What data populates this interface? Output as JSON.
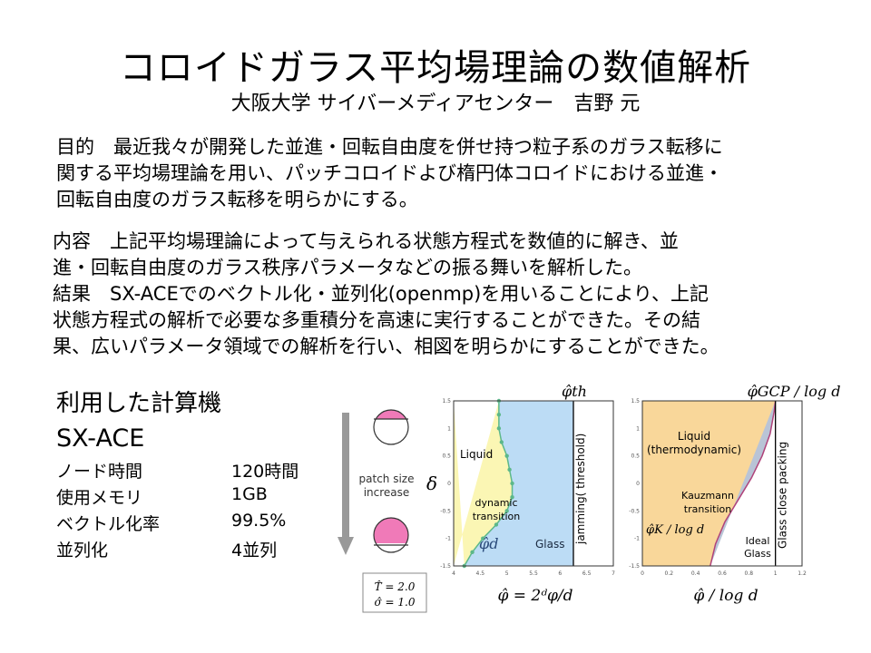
{
  "title": "コロイドガラス平均場理論の数値解析",
  "subtitle": "大阪大学 サイバーメディアセンター　吉野 元",
  "purpose": [
    "目的　最近我々が開発した並進・回転自由度を併せ持つ粒子系のガラス転移に",
    "関する平均場理論を用い、パッチコロイドよび楕円体コロイドにおける並進・",
    "回転自由度のガラス転移を明らかにする。"
  ],
  "content": [
    "内容　上記平均場理論によって与えられる状態方程式を数値的に解き、並",
    "進・回転自由度のガラス秩序パラメータなどの振る舞いを解析した。",
    "結果　SX-ACEでのベクトル化・並列化(openmp)を用いることにより、上記",
    "状態方程式の解析で必要な多重積分を高速に実行することができた。その結",
    "果、広いパラメータ領域での解析を行い、相図を明らかにすることができた。"
  ],
  "computer": {
    "heading": "利用した計算機",
    "name": "SX-ACE",
    "rows": [
      {
        "label": "ノード時間",
        "value": "120時間"
      },
      {
        "label": "使用メモリ",
        "value": "1GB"
      },
      {
        "label": "ベクトル化率",
        "value": "99.5%"
      },
      {
        "label": "並列化",
        "value": "4並列"
      }
    ]
  },
  "figure": {
    "arrow_label": [
      "patch size",
      "increase"
    ],
    "params": [
      "T̂ = 2.0",
      "σ̂ = 1.0"
    ],
    "colors": {
      "liquid1": "#fbf6b4",
      "glass1": "#bcdcf5",
      "line1": "#5cb88a",
      "liquid2": "#f9d79a",
      "glass2": "#b9c4d6",
      "line2": "#b0437a",
      "patch": "#f07ab8"
    },
    "chart_data": [
      {
        "type": "area",
        "title": "φ̂th",
        "xlabel": "φ̂ = 2ᵈφ/d",
        "ylabel": "δ",
        "xlim": [
          4,
          7
        ],
        "ylim": [
          -1.5,
          1.5
        ],
        "xticks": [
          "4",
          "4.5",
          "5",
          "5.5",
          "6",
          "6.5",
          "7"
        ],
        "yticks": [
          "1.5",
          "1",
          "0.5",
          "0",
          "-0.5",
          "-1",
          "-1.5"
        ],
        "boundary_label": "φ̂d",
        "jamming_x": 6.25,
        "jamming_label": "jamming( threshold)",
        "labels": {
          "liquid": "Liquid",
          "transition": [
            "dynamic",
            "transition"
          ],
          "glass": "Glass"
        },
        "boundary": {
          "x": [
            4.85,
            4.85,
            4.85,
            4.9,
            5.0,
            5.05,
            5.1,
            5.1,
            5.0,
            4.8,
            4.55,
            4.35,
            4.2
          ],
          "y": [
            1.5,
            1.25,
            1.0,
            0.75,
            0.5,
            0.25,
            0,
            -0.25,
            -0.5,
            -0.75,
            -1.0,
            -1.25,
            -1.5
          ]
        }
      },
      {
        "type": "area",
        "title": "φ̂GCP / log d",
        "xlabel": "φ̂ / log d",
        "xlim": [
          0,
          1.2
        ],
        "ylim": [
          -1.5,
          1.5
        ],
        "xticks": [
          "0",
          "0.2",
          "0.4",
          "0.6",
          "0.8",
          "1",
          "1.2"
        ],
        "yticks": [
          "1.5",
          "1",
          "0.5",
          "0",
          "-0.5",
          "-1",
          "-1.5"
        ],
        "boundary_label": "φ̂K / log d",
        "gcp_x": 1.0,
        "gcp_label": "Glass close packing",
        "labels": {
          "liquid": [
            "Liquid",
            "(thermodynamic)"
          ],
          "transition": [
            "Kauzmann",
            "transition"
          ],
          "glass": [
            "Ideal",
            "Glass"
          ]
        },
        "boundary": {
          "x": [
            0.51,
            0.55,
            0.62,
            0.72,
            0.82,
            0.9,
            0.96,
            0.99,
            1.0
          ],
          "y": [
            -1.5,
            -1.1,
            -0.7,
            -0.3,
            0.1,
            0.5,
            0.9,
            1.3,
            1.5
          ]
        }
      }
    ]
  }
}
